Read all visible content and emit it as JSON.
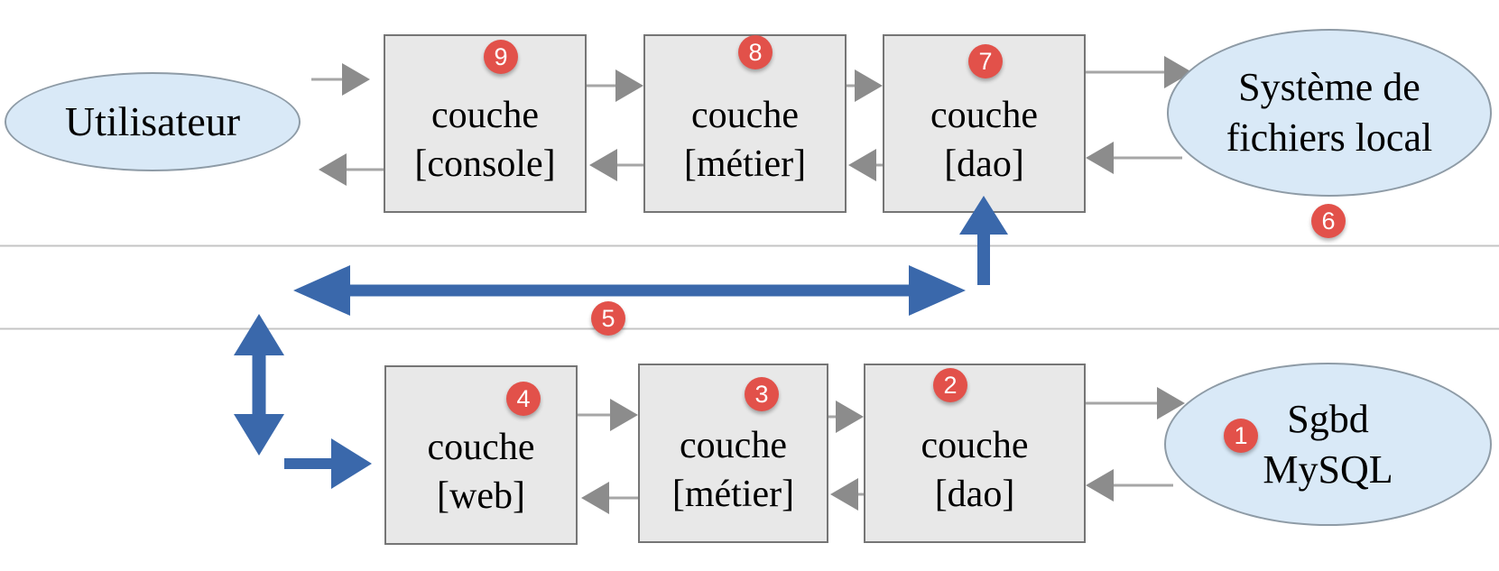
{
  "colors": {
    "background": "#ffffff",
    "box_fill": "#e8e8e8",
    "box_border": "#757575",
    "ellipse_fill": "#d9e9f7",
    "ellipse_border": "#8e9ba6",
    "gray_arrow_head": "#8c8c8c",
    "gray_arrow_shaft": "#a6a6a6",
    "blue_arrow": "#3a68ab",
    "badge_red": "#e2514a",
    "divider_line": "#c4c4c4",
    "text": "#000000"
  },
  "nodes": {
    "utilisateur": {
      "label": "Utilisateur"
    },
    "console": {
      "line1": "couche",
      "line2": "[console]",
      "badge": "9"
    },
    "metier_top": {
      "line1": "couche",
      "line2": "[métier]",
      "badge": "8"
    },
    "dao_top": {
      "line1": "couche",
      "line2": "[dao]",
      "badge": "7"
    },
    "fichiers": {
      "line1": "Système de",
      "line2": "fichiers local",
      "badge": "6"
    },
    "web": {
      "line1": "couche",
      "line2": "[web]",
      "badge": "4"
    },
    "metier_bottom": {
      "line1": "couche",
      "line2": "[métier]",
      "badge": "3"
    },
    "dao_bottom": {
      "line1": "couche",
      "line2": "[dao]",
      "badge": "2"
    },
    "sgbd": {
      "line1": "Sgbd",
      "line2": "MySQL",
      "badge": "1"
    },
    "exchange": {
      "badge": "5"
    }
  }
}
